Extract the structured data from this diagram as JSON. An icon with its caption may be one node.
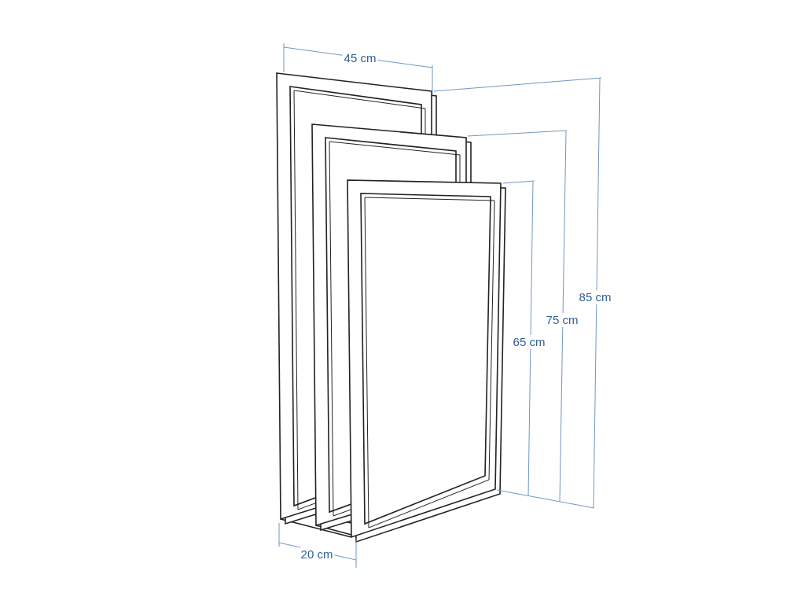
{
  "diagram": {
    "labels": [
      "45 cm",
      "85 cm",
      "75 cm",
      "65 cm",
      "20 cm"
    ]
  }
}
